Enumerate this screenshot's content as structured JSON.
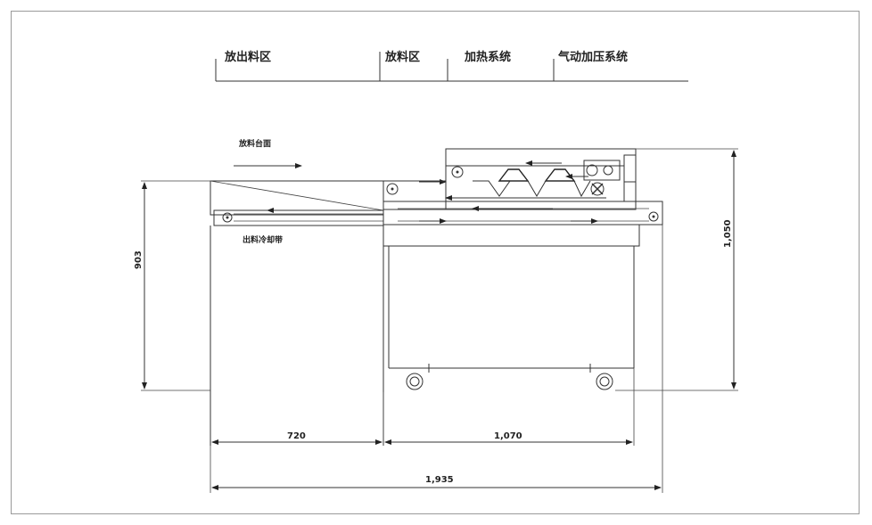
{
  "zones": {
    "discharge_zone": "放出料区",
    "feed_zone": "放料区",
    "heating_system": "加热系统",
    "pneumatic_press_system": "气动加压系统"
  },
  "labels": {
    "feed_table": "放料台面",
    "discharge_cooling_belt": "出料冷却带"
  },
  "dimensions": {
    "left_section_width": "720",
    "right_section_width": "1,070",
    "total_width": "1,935",
    "left_height": "903",
    "overall_height": "1,050"
  }
}
